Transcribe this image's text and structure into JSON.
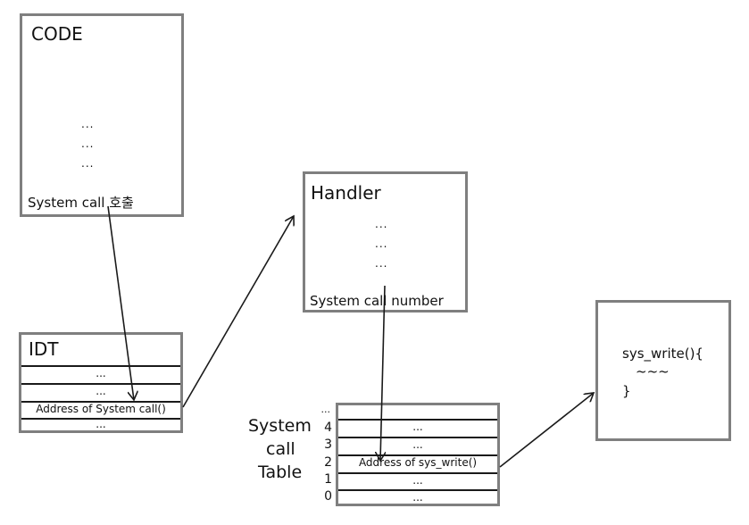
{
  "code_box": {
    "title": "CODE",
    "dots": [
      "...",
      "...",
      "..."
    ],
    "call_label": "System call 호출"
  },
  "handler_box": {
    "title": "Handler",
    "dots": [
      "...",
      "...",
      "..."
    ],
    "number_label": "System call number"
  },
  "idt_box": {
    "title": "IDT",
    "rows": [
      "...",
      "...",
      "Address of System call()",
      "..."
    ]
  },
  "syscall_table": {
    "label_lines": [
      "System",
      "call",
      "Table"
    ],
    "indices": [
      "...",
      "4",
      "3",
      "2",
      "1",
      "0"
    ],
    "rows": [
      "...",
      "...",
      "Address of sys_write()",
      "...",
      "..."
    ]
  },
  "sys_write_box": {
    "lines": [
      "sys_write(){",
      "~~~",
      "}"
    ]
  },
  "colors": {
    "box_border": "#7f7f7f",
    "line": "#1a1a1a"
  }
}
